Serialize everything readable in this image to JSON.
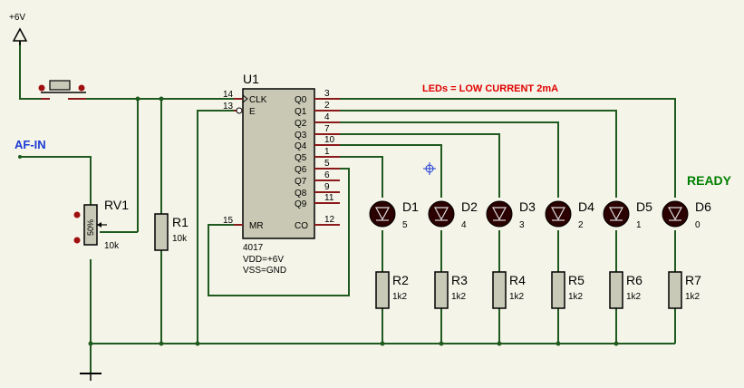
{
  "power": {
    "label": "+6V"
  },
  "input": {
    "label": "AF-IN"
  },
  "status": {
    "label": "READY"
  },
  "note": {
    "text": "LEDs = LOW CURRENT 2mA"
  },
  "ic": {
    "ref": "U1",
    "part": "4017",
    "vdd": "VDD=+6V",
    "vss": "VSS=GND",
    "left_pins": [
      {
        "num": "14",
        "name": "CLK"
      },
      {
        "num": "13",
        "name": "E"
      },
      {
        "num": "15",
        "name": "MR"
      }
    ],
    "right_pins": [
      {
        "num": "3",
        "name": "Q0"
      },
      {
        "num": "2",
        "name": "Q1"
      },
      {
        "num": "4",
        "name": "Q2"
      },
      {
        "num": "7",
        "name": "Q3"
      },
      {
        "num": "10",
        "name": "Q4"
      },
      {
        "num": "1",
        "name": "Q5"
      },
      {
        "num": "5",
        "name": "Q6"
      },
      {
        "num": "6",
        "name": "Q7"
      },
      {
        "num": "9",
        "name": "Q8"
      },
      {
        "num": "11",
        "name": "Q9"
      },
      {
        "num": "12",
        "name": "CO"
      }
    ]
  },
  "pot": {
    "ref": "RV1",
    "value": "10k",
    "body_text": "50%"
  },
  "r1": {
    "ref": "R1",
    "value": "10k"
  },
  "leds": [
    {
      "ref": "D1",
      "num": "5"
    },
    {
      "ref": "D2",
      "num": "4"
    },
    {
      "ref": "D3",
      "num": "3"
    },
    {
      "ref": "D4",
      "num": "2"
    },
    {
      "ref": "D5",
      "num": "1"
    },
    {
      "ref": "D6",
      "num": "0"
    }
  ],
  "resistors": [
    {
      "ref": "R2",
      "value": "1k2"
    },
    {
      "ref": "R3",
      "value": "1k2"
    },
    {
      "ref": "R4",
      "value": "1k2"
    },
    {
      "ref": "R5",
      "value": "1k2"
    },
    {
      "ref": "R6",
      "value": "1k2"
    },
    {
      "ref": "R7",
      "value": "1k2"
    }
  ],
  "colors": {
    "wire": "#1f5a1f",
    "pin": "#8b1a1a",
    "component_fill": "#c9c9b8",
    "ic_fill": "#c8c8b4",
    "note": "#e00000",
    "status": "#008000",
    "input_label": "#1a3ad6",
    "background": "#f5f4e8"
  }
}
